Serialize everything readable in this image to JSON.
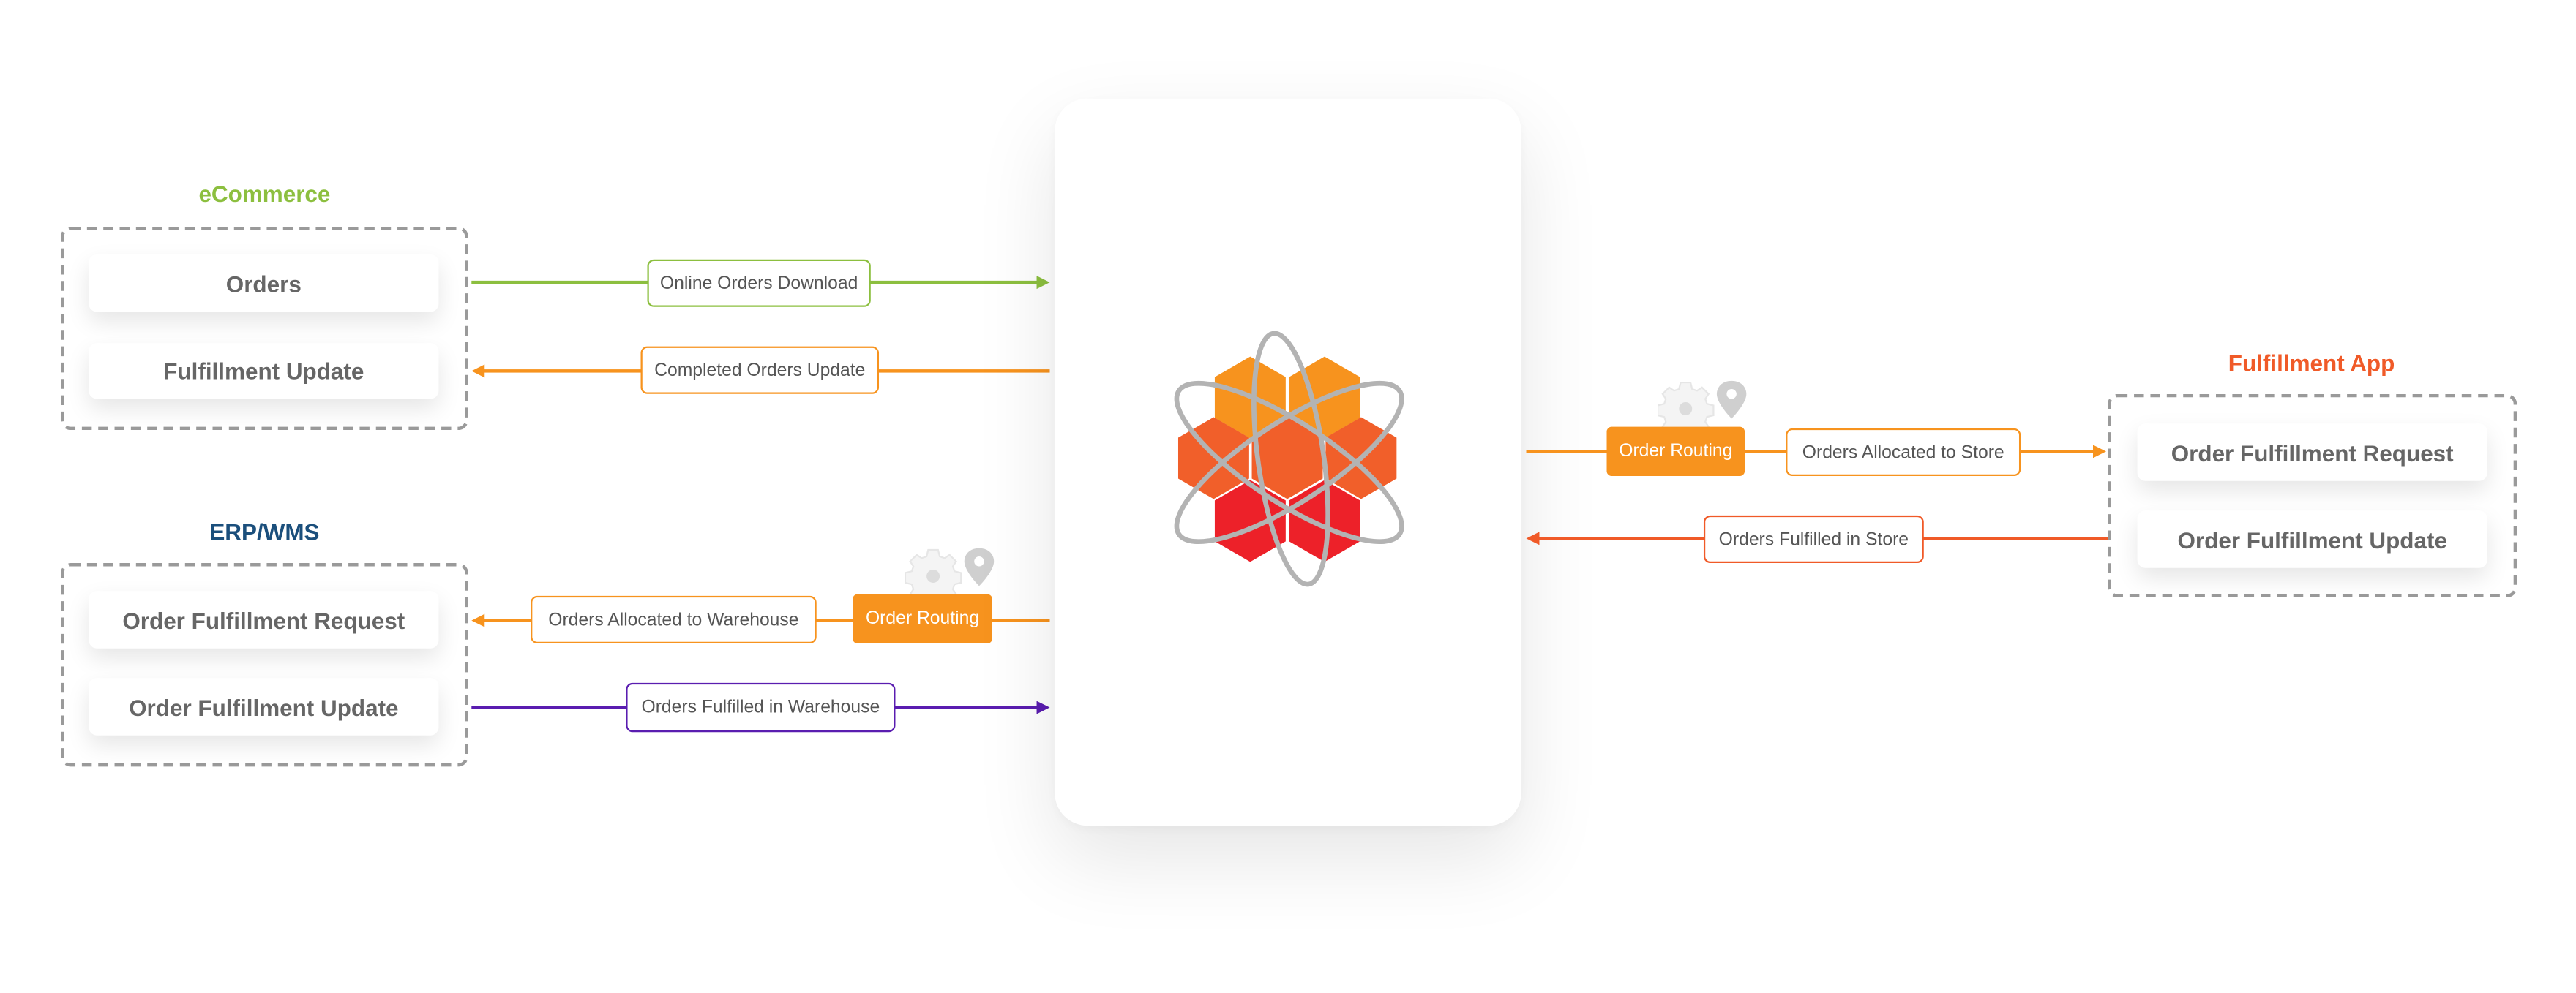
{
  "colors": {
    "ecommerce": "#8cbf3f",
    "erp": "#1b4f7c",
    "fulfillment_app": "#f05a28",
    "orange": "#f7931e",
    "red_orange": "#f05a28",
    "purple": "#5a1db0",
    "gray_text": "#666666"
  },
  "ecommerce": {
    "title": "eCommerce",
    "items": [
      "Orders",
      "Fulfillment Update"
    ]
  },
  "erp": {
    "title": "ERP/WMS",
    "items": [
      "Order Fulfillment Request",
      "Order Fulfillment Update"
    ]
  },
  "fulfillment_app": {
    "title": "Fulfillment App",
    "items": [
      "Order Fulfillment Request",
      "Order Fulfillment Update"
    ]
  },
  "flows": {
    "online_orders": "Online Orders Download",
    "completed_orders": "Completed Orders Update",
    "allocated_warehouse": "Orders Allocated to Warehouse",
    "fulfilled_warehouse": "Orders Fulfilled in Warehouse",
    "allocated_store": "Orders Allocated to Store",
    "fulfilled_store": "Orders Fulfilled in Store"
  },
  "routing": {
    "left": "Order Routing",
    "right": "Order Routing"
  },
  "icons": {
    "hub": "hexagon-atom-logo",
    "routing": "gear-pin-icon"
  }
}
